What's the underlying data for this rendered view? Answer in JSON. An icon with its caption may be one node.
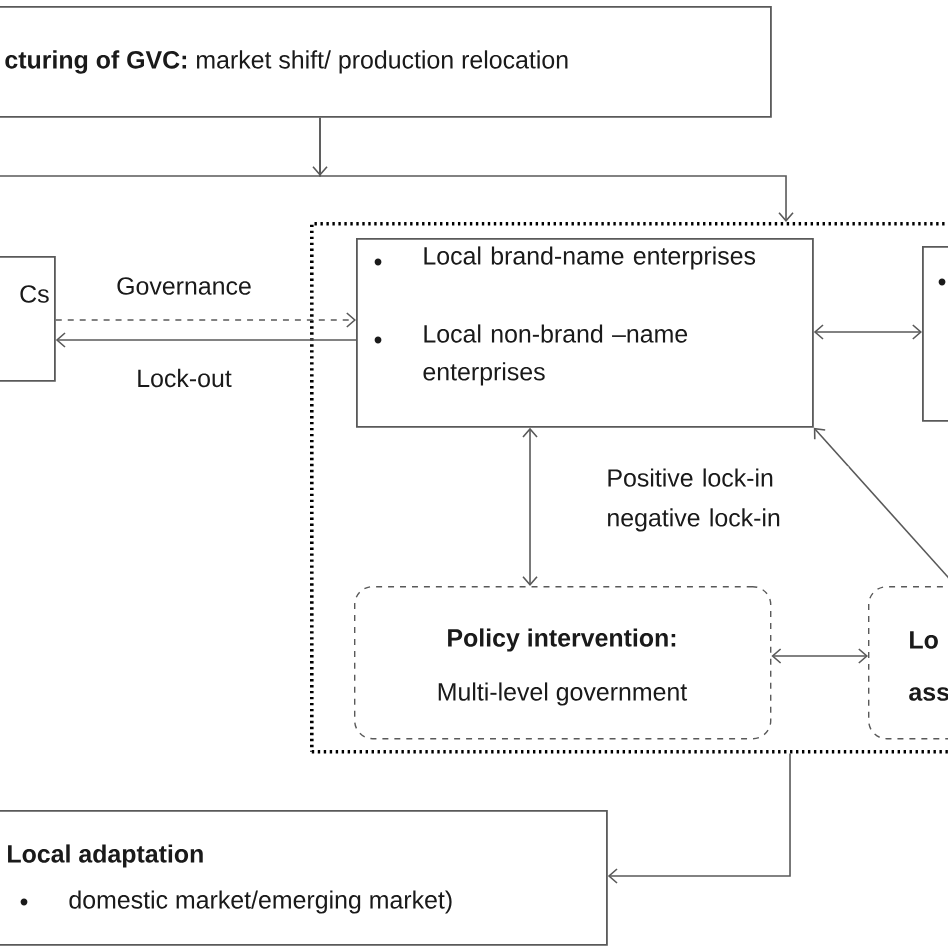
{
  "diagram": {
    "nodes": [
      {
        "text": [
          "**cturing of GVC:** market shift/ production relocation"
        ]
      },
      {
        "text": [
          "Cs"
        ]
      },
      {
        "text": [],
        "shape": "box"
      },
      {
        "text": [
          "Local brand-name enterprises",
          "Local non-brand –name enterprises"
        ],
        "in": 2
      },
      {
        "text": [],
        "shape": "box",
        "in": 2
      },
      {
        "text": [
          "Policy intervention:",
          "Multi-level government"
        ],
        "in": 2
      },
      {
        "text": [
          "Lo",
          "ass"
        ],
        "in": 2
      },
      {
        "text": [
          "Local adaptation",
          "domestic market/emerging market)"
        ]
      }
    ],
    "edges": [
      {
        "from": 0,
        "to": 2,
        "arrow": "to"
      },
      {
        "from": 0,
        "to": null,
        "arrow": "none"
      },
      {
        "from": 1,
        "to": 3,
        "arrow": "to",
        "style": "dashed",
        "label": "Governance"
      },
      {
        "from": 3,
        "to": 1,
        "arrow": "to",
        "label": "Lock-out"
      },
      {
        "from": 3,
        "to": 4,
        "arrow": "both"
      },
      {
        "from": 3,
        "to": 5,
        "arrow": "both",
        "label": "Positive lock-in negative lock-in"
      },
      {
        "from": 5,
        "to": 6,
        "arrow": "both"
      },
      {
        "from": 6,
        "to": 3,
        "arrow": "to"
      },
      {
        "from": 2,
        "to": 7,
        "arrow": "to"
      }
    ]
  }
}
